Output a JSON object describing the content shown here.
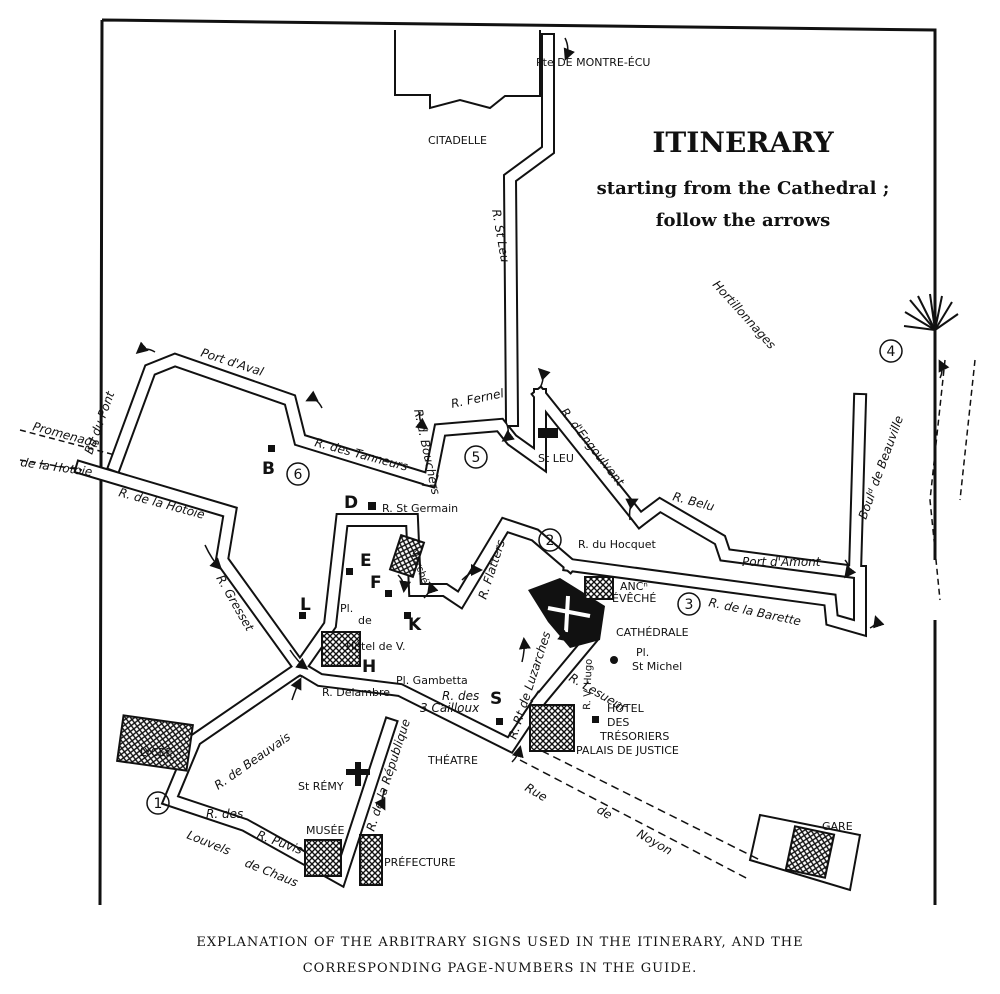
{
  "title": {
    "main": "ITINERARY",
    "line2": "starting from the Cathedral ;",
    "line3": "follow the arrows"
  },
  "caption": {
    "line1": "EXPLANATION OF THE ARBITRARY SIGNS USED IN THE ITINERARY, AND THE",
    "line2": "CORRESPONDING PAGE-NUMBERS IN THE GUIDE."
  },
  "streets": {
    "porte_montre_ecu": "Pte DE MONTRE-ÉCU",
    "r_st_leu": "R. St Leu",
    "hortillonnages": "Hortillonnages",
    "port_aval": "Port d'Aval",
    "bd_du_pont": "Bd du Pont",
    "promenade": "Promenade",
    "de_la_hotoie": "de la Hotoie",
    "r_de_la_hotoie": "R. de la Hotoie",
    "r_des_tanneurs": "R. des Tanneurs",
    "r_d_bouchers": "R. d. Bouchers",
    "r_fernel": "R. Fernel",
    "r_d_engoulvent": "R. d'Engoulvent",
    "r_belu": "R. Belu",
    "boul_de_beauville": "Boulᵈ de Beauville",
    "r_st_germain": "R. St Germain",
    "marche": "Marché",
    "r_flatters": "R. Flatters",
    "r_du_hocquet": "R. du Hocquet",
    "port_amont": "Port d'Amont",
    "r_de_la_barette": "R. de la Barette",
    "r_gresset": "R. Gresset",
    "pl": "Pl.",
    "de": "de",
    "hotel_de_v": "Hôtel de V.",
    "pl_gambetta": "Pl. Gambetta",
    "r_delambre": "R. Delambre",
    "r_des": "R. des",
    "trois_cailloux": "3 Cailloux",
    "r_de_beauvais": "R. de Beauvais",
    "r_rt_de_luzarches": "R. Rt de Luzarches",
    "r_lesueur": "R. Lesueur",
    "r_v_hugo": "R. V. Hugo",
    "pl_st_michel_1": "Pl.",
    "pl_st_michel_2": "St Michel",
    "r_des_louvels_1": "R. des",
    "r_des_louvels_2": "Louvels",
    "r_puvis": "R. Puvis",
    "de_chaus": "de Chaus",
    "r_de_la_republique": "R. de la République",
    "rue": "Rue",
    "de_noyon_1": "de",
    "de_noyon_2": "Noyon"
  },
  "places": {
    "citadelle": "CITADELLE",
    "st_leu": "St LEU",
    "anc_eveche_1": "ANCⁿ",
    "anc_eveche_2": "ÉVÊCHÉ",
    "cathedrale": "CATHÉDRALE",
    "hotel_tresoriers_1": "HÔTEL",
    "hotel_tresoriers_2": "DES",
    "hotel_tresoriers_3": "TRÉSORIERS",
    "palais_de_justice": "PALAIS DE JUSTICE",
    "theatre": "THÉATRE",
    "st_remy": "St RÉMY",
    "musee": "MUSÉE",
    "prefecture": "PRÉFECTURE",
    "lycee": "LYCÉE",
    "gare": "GARE"
  },
  "markers": {
    "letters": [
      "B",
      "D",
      "E",
      "F",
      "L",
      "K",
      "H",
      "S"
    ],
    "numbers": [
      "1",
      "2",
      "3",
      "4",
      "5",
      "6"
    ]
  }
}
